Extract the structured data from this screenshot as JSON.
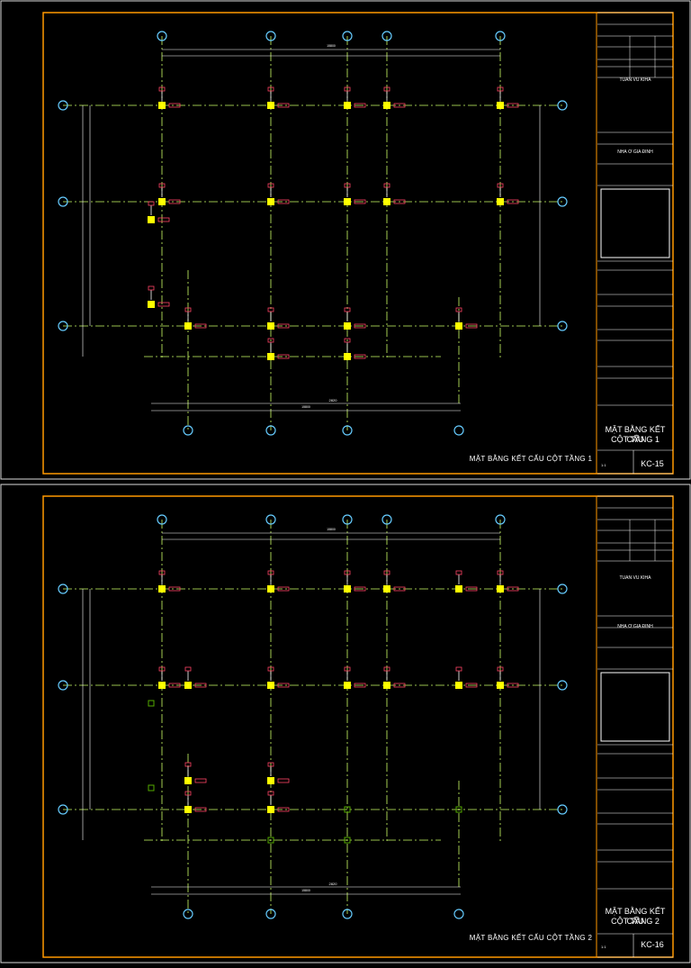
{
  "sheets": [
    {
      "plan_title": "MẶT BẰNG KẾT CẤU CỘT TẦNG 1",
      "block_title_line1": "MẶT BẰNG KẾT CẤU",
      "block_title_line2": "CỘT TẦNG 1",
      "drawing_code": "KC-15",
      "scale_label": "1:1",
      "designer": "TUẤN VŨ KIHA",
      "project": "NHÀ Ở GIA ĐÌNH",
      "overall_width": "15800",
      "overall_bottom": "15800",
      "bottom_mid": "2820"
    },
    {
      "plan_title": "MẶT BẰNG KẾT CẤU CỘT TẦNG 2",
      "block_title_line1": "MẶT BẰNG KẾT CẤU",
      "block_title_line2": "CỘT TẦNG 2",
      "drawing_code": "KC-16",
      "scale_label": "1:1",
      "designer": "TUẤN VŨ KIHA",
      "project": "NHÀ Ở GIA ĐÌNH",
      "overall_width": "15800",
      "overall_bottom": "15800",
      "bottom_mid": "2820"
    }
  ],
  "colors": {
    "frame": "#ff9900",
    "grid_axis": "#ccff66",
    "column": "#ffff00",
    "column_ghost": "#55aa00",
    "dimension": "#ffffff",
    "bubble": "#66ccff",
    "tag": "#ff4466"
  }
}
